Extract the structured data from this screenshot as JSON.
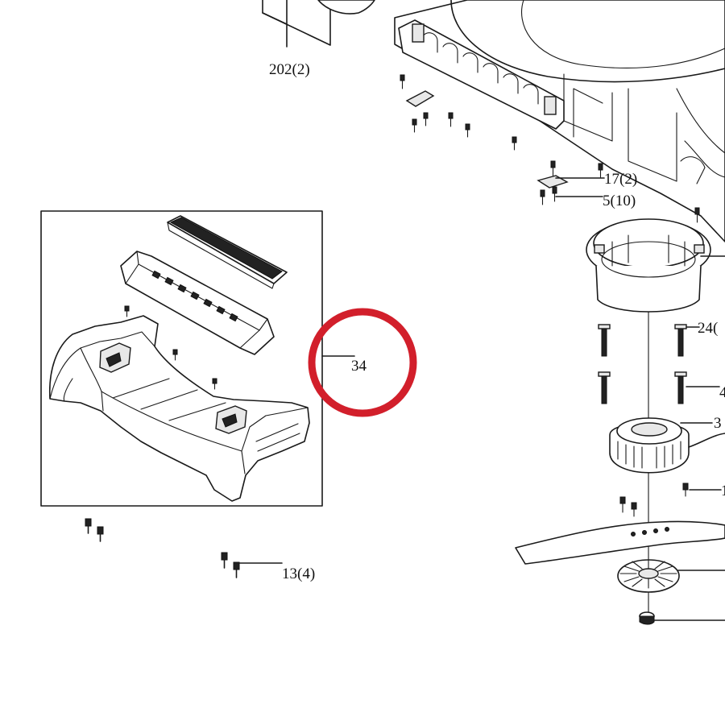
{
  "callouts": {
    "c202": "202(2)",
    "c17": "17(2)",
    "c5": "5(10)",
    "c24": "24(",
    "c34": "34",
    "c13": "13(4)",
    "c3": "3",
    "c4": "4",
    "c1": "1"
  },
  "highlight": {
    "color": "#d21f2b"
  },
  "colors": {
    "ink": "#1a1a1a",
    "paper": "#ffffff"
  }
}
